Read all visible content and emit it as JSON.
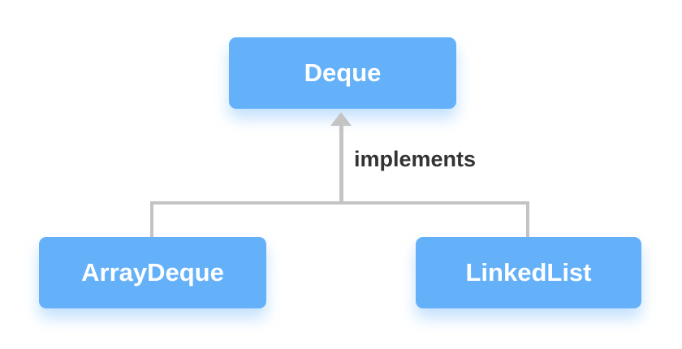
{
  "diagram": {
    "nodes": {
      "parent": {
        "label": "Deque"
      },
      "left_child": {
        "label": "ArrayDeque"
      },
      "right_child": {
        "label": "LinkedList"
      }
    },
    "edge": {
      "label": "implements"
    },
    "colors": {
      "node_fill": "#64B1FA",
      "node_text": "#FFFFFF",
      "connector": "#C4C4C4",
      "edge_label": "#333333",
      "background": "#FFFFFF",
      "node_glow": "rgba(100, 177, 250, 0.38)"
    }
  }
}
